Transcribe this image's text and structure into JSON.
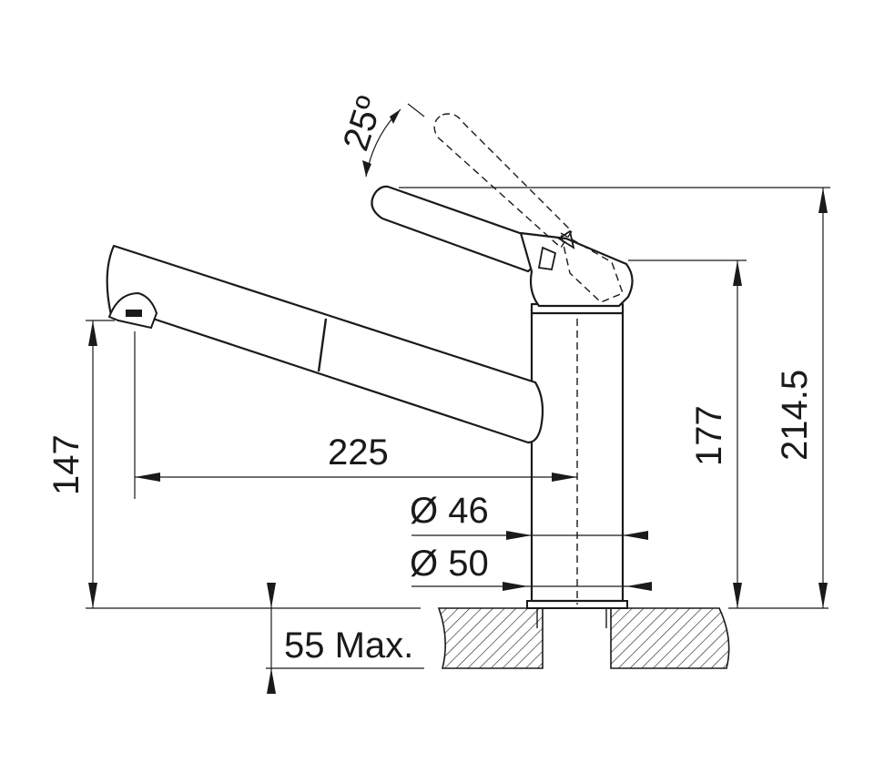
{
  "dimensions": {
    "angle": "25º",
    "reach": "225",
    "height_left": "147",
    "height_body": "177",
    "height_total": "214.5",
    "diameter_inner": "Ø 46",
    "diameter_outer": "Ø 50",
    "mount_thickness": "55 Max."
  },
  "colors": {
    "line": "#1a1a1a",
    "background": "#ffffff"
  }
}
